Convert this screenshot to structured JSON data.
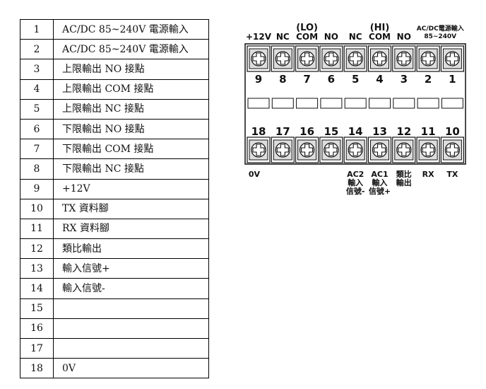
{
  "pin_table": [
    {
      "pin": "1",
      "desc": "AC/DC 85~240V 電源輸入"
    },
    {
      "pin": "2",
      "desc": "AC/DC 85~240V 電源輸入"
    },
    {
      "pin": "3",
      "desc": "上限輸出 NO 接點"
    },
    {
      "pin": "4",
      "desc": "上限輸出 COM 接點"
    },
    {
      "pin": "5",
      "desc": "上限輸出 NC 接點"
    },
    {
      "pin": "6",
      "desc": "下限輸出 NO 接點"
    },
    {
      "pin": "7",
      "desc": "下限輸出 COM 接點"
    },
    {
      "pin": "8",
      "desc": "下限輸出 NC 接點"
    },
    {
      "pin": "9",
      "desc": "+12V"
    },
    {
      "pin": "10",
      "desc": "TX 資料腳"
    },
    {
      "pin": "11",
      "desc": "RX 資料腳"
    },
    {
      "pin": "12",
      "desc": "類比輸出"
    },
    {
      "pin": "13",
      "desc": "輸入信號+"
    },
    {
      "pin": "14",
      "desc": "輸入信號-"
    },
    {
      "pin": "15",
      "desc": ""
    },
    {
      "pin": "16",
      "desc": ""
    },
    {
      "pin": "17",
      "desc": ""
    },
    {
      "pin": "18",
      "desc": "0V"
    }
  ],
  "diagram": {
    "top_terminals": [
      {
        "num": "9",
        "label": [
          "+12V"
        ]
      },
      {
        "num": "8",
        "label": [
          "NC"
        ]
      },
      {
        "num": "7",
        "label": [
          "(LO)",
          "COM"
        ]
      },
      {
        "num": "6",
        "label": [
          "NO"
        ]
      },
      {
        "num": "5",
        "label": [
          "NC"
        ]
      },
      {
        "num": "4",
        "label": [
          "(HI)",
          "COM"
        ]
      },
      {
        "num": "3",
        "label": [
          "NO"
        ]
      },
      {
        "num": "2",
        "label": []
      },
      {
        "num": "1",
        "label": []
      }
    ],
    "power_label": [
      "AC/DC電源輸入",
      "85~240V"
    ],
    "bottom_terminals": [
      {
        "num": "18",
        "label": [
          "0V"
        ]
      },
      {
        "num": "17",
        "label": []
      },
      {
        "num": "16",
        "label": []
      },
      {
        "num": "15",
        "label": []
      },
      {
        "num": "14",
        "label": [
          "AC2",
          "輸入",
          "信號-"
        ]
      },
      {
        "num": "13",
        "label": [
          "AC1",
          "輸入",
          "信號+"
        ]
      },
      {
        "num": "12",
        "label": [
          "類比",
          "輸出"
        ]
      },
      {
        "num": "11",
        "label": [
          "RX"
        ]
      },
      {
        "num": "10",
        "label": [
          "TX"
        ]
      }
    ]
  }
}
